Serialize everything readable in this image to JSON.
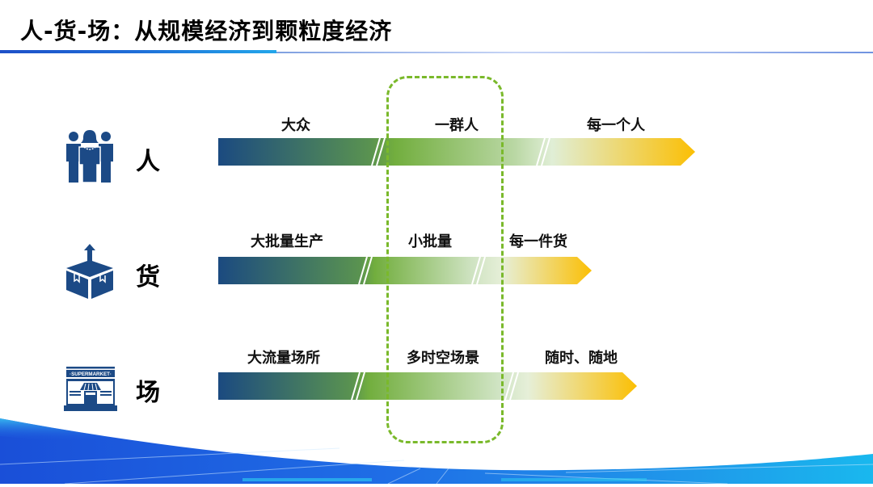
{
  "slide": {
    "title": "人-货-场：从规模经济到颗粒度经济",
    "accent_color": "#1f6fd8",
    "highlight_box_color": "#7ab92b"
  },
  "rows": [
    {
      "label": "人",
      "icon": "people-group-icon",
      "stages": [
        "大众",
        "一群人",
        "每一个人"
      ]
    },
    {
      "label": "货",
      "icon": "package-box-icon",
      "stages": [
        "大批量生产",
        "小批量",
        "每一件货"
      ]
    },
    {
      "label": "场",
      "icon": "supermarket-storefront-icon",
      "icon_text": "·SUPERMARKET·",
      "stages": [
        "大流量场所",
        "多时空场景",
        "随时、随地"
      ]
    }
  ],
  "gradient": {
    "start": "#1b4a80",
    "mid_green": "#72ae3e",
    "light_green": "#e0eed6",
    "end": "#f9c10c"
  }
}
